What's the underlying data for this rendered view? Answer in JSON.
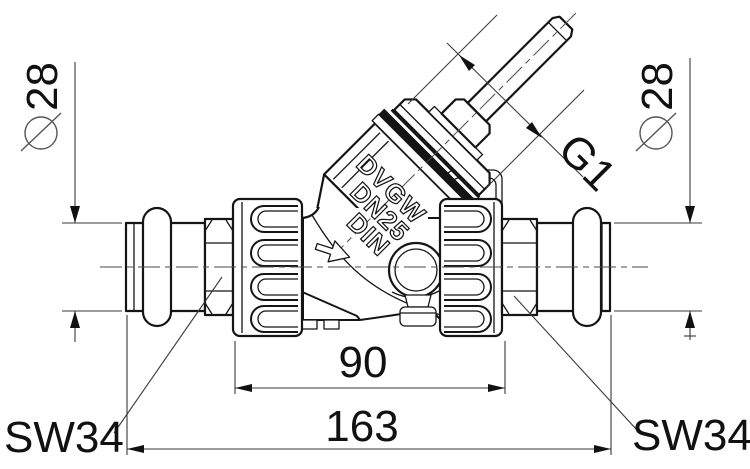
{
  "drawing": {
    "kind": "valve-technical-drawing",
    "colors": {
      "line": "#151515",
      "dimension_line": "#3a3a3a",
      "background": "#ffffff"
    }
  },
  "dimensions": {
    "left_pipe_diameter": {
      "symbol": "∅",
      "value": "28"
    },
    "right_pipe_diameter": {
      "symbol": "∅",
      "value": "28"
    },
    "bonnet_thread": "G1",
    "union_nut_span": "90",
    "overall_length": "163",
    "wrench_size_left": "SW34",
    "wrench_size_right": "SW34"
  },
  "valve_markings": [
    "DVGW",
    "DN25",
    "DIN"
  ]
}
